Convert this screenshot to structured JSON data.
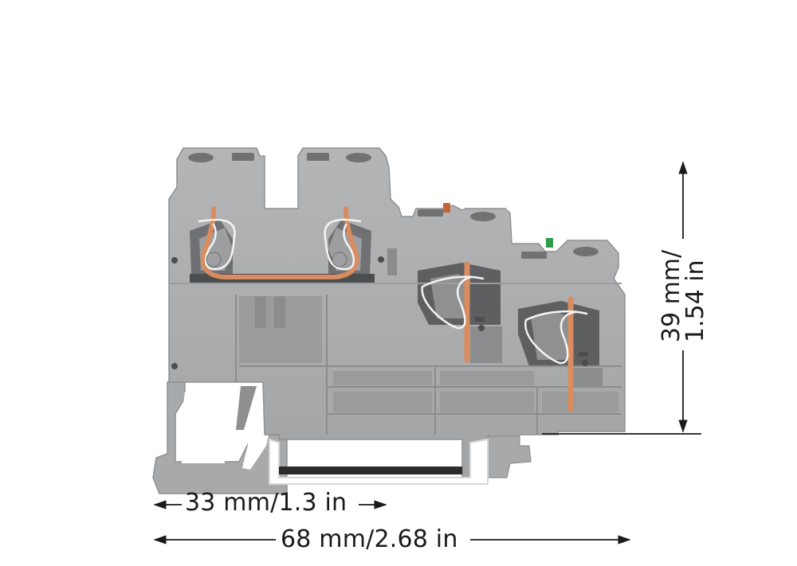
{
  "figure": {
    "type": "product dimension drawing",
    "subject": "terminal block (2 spring-clamp entries on left, 2 stepped entries on right) with DIN-rail foot",
    "colors": {
      "background": "#ffffff",
      "housing": "#a9abad",
      "housing_shadow": "#8c8e90",
      "housing_dark": "#5f6163",
      "copper": "#d98c5f",
      "spring_wire": "#f4f4f4",
      "marker_orange": "#c8643a",
      "marker_green": "#2f9a4a",
      "dimension_line": "#1a1a1a"
    }
  },
  "dimensions": {
    "width_partial": {
      "label": "33 mm/1.3 in",
      "mm": 33,
      "in": 1.3,
      "orientation": "horizontal"
    },
    "width_total": {
      "label": "68 mm/2.68 in",
      "mm": 68,
      "in": 2.68,
      "orientation": "horizontal"
    },
    "height": {
      "label_line1": "39 mm/",
      "label_line2": "1.54 in",
      "mm": 39,
      "in": 1.54,
      "orientation": "vertical"
    }
  }
}
